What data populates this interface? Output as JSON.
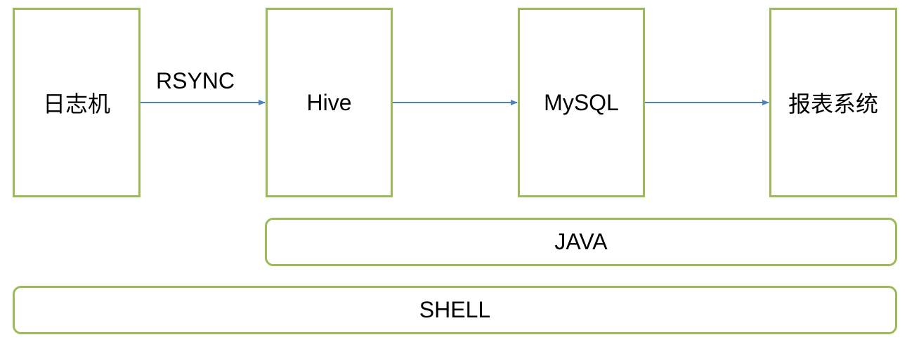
{
  "nodes": {
    "log_machine": "日志机",
    "hive": "Hive",
    "mysql": "MySQL",
    "report_system": "报表系统"
  },
  "edges": {
    "rsync_label": "RSYNC"
  },
  "layers": {
    "java": "JAVA",
    "shell": "SHELL"
  },
  "colors": {
    "box_border": "#9bbb59",
    "arrow": "#4f81bd"
  }
}
